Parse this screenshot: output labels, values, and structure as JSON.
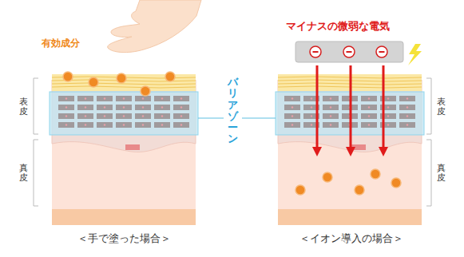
{
  "diagram": {
    "labels": [
      "有効成分",
      "表皮",
      "真皮",
      "バリアゾーン",
      "マイナスの微弱な電気",
      "表皮",
      "真皮",
      "＜手で塗った場合＞",
      "＜イオン導入の場合＞"
    ]
  }
}
